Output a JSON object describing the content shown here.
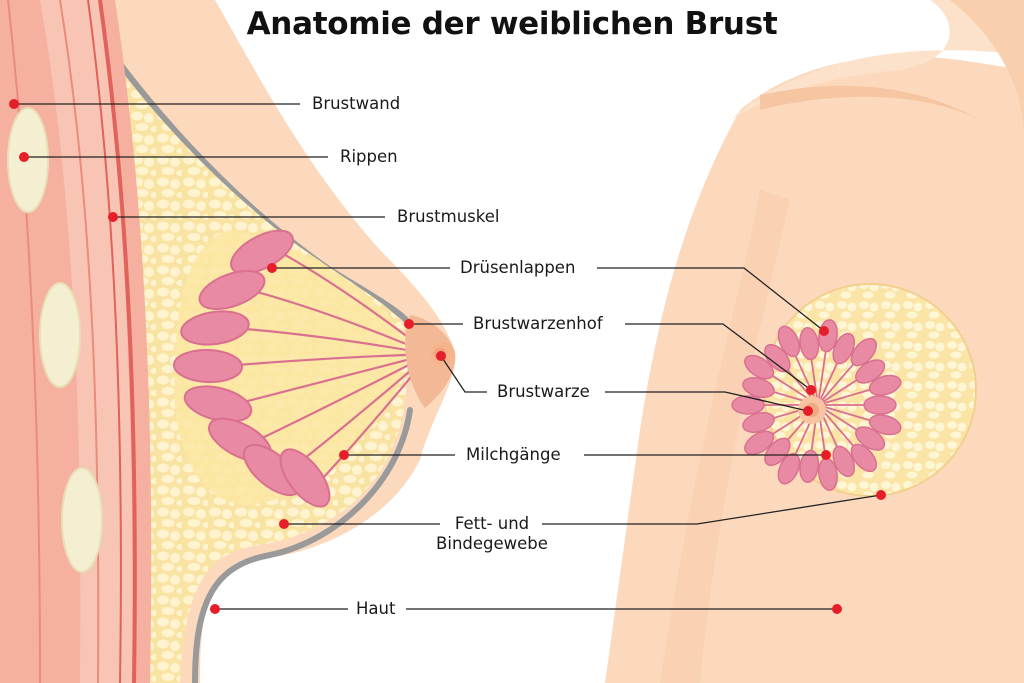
{
  "title": "Anatomie der weiblichen Brust",
  "labels": {
    "brustwand": "Brustwand",
    "rippen": "Rippen",
    "brustmuskel": "Brustmuskel",
    "druesenlappen": "Drüsenlappen",
    "brustwarzenhof": "Brustwarzenhof",
    "brustwarze": "Brustwarze",
    "milchgaenge": "Milchgänge",
    "fett_line1": "Fett- und",
    "fett_line2": "Bindegewebe",
    "haut": "Haut"
  },
  "colors": {
    "skin": "#fcd9bd",
    "skin_shade": "#f7c9a6",
    "fat": "#fbe9b0",
    "fat_cell": "#fff6d8",
    "gland": "#e98aa4",
    "gland_dark": "#d9708f",
    "muscle": "#f3a493",
    "muscle_line": "#e0625a",
    "rib": "#f4efd5",
    "areola": "#f3b896",
    "marker": "#e51e2a",
    "leader": "#222222"
  }
}
